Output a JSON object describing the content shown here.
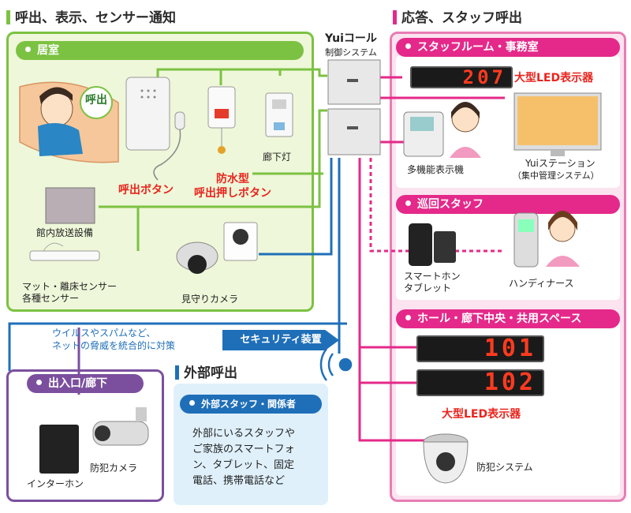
{
  "colors": {
    "green": "#7cc242",
    "green_panel": "#eef7d9",
    "pink": "#e4298a",
    "pink_panel": "#fbe3ef",
    "blue": "#1f6fb8",
    "purple": "#7b4f9e",
    "light_blue_panel": "#dff0fb",
    "led_red": "#ff3b1f"
  },
  "left_section": {
    "title": "呼出、表示、センサー通知",
    "room_label": "居室",
    "call_bubble": "呼出",
    "devices": {
      "call_button": "呼出ボタン",
      "waterproof_button": "防水型\n呼出押しボタン",
      "corridor_light": "廊下灯",
      "broadcast": "館内放送設備",
      "mat_sensor": "マット・離床センサー\n各種センサー",
      "camera": "見守りカメラ"
    }
  },
  "control": {
    "brand": "Yuiコール",
    "subtitle": "制御システム"
  },
  "right_section": {
    "title": "応答、スタッフ呼出",
    "staff_room": {
      "label": "スタッフルーム・事務室",
      "led_value": "207",
      "led_label": "大型LED表示器",
      "phone_label": "多機能表示機",
      "station_label": "Yuiステーション",
      "station_sub": "（集中管理システム）"
    },
    "patrol": {
      "label": "巡回スタッフ",
      "smartphone_label": "スマートホン\nタブレット",
      "handy_label": "ハンディナース"
    },
    "hall": {
      "label": "ホール・廊下中央・共用スペース",
      "led_values": [
        "101",
        "102"
      ],
      "led_label": "大型LED表示器",
      "security_label": "防犯システム"
    }
  },
  "security": {
    "note": "ウイルスやスパムなど、\nネットの脅威を統合的に対策",
    "device_label": "セキュリティ装置"
  },
  "entrance": {
    "label": "出入口/廊下",
    "camera_label": "防犯カメラ",
    "intercom_label": "インターホン"
  },
  "external": {
    "title": "外部呼出",
    "pill": "外部スタッフ・関係者",
    "text": "外部にいるスタッフや\nご家族のスマートフォ\nン、タブレット、固定\n電話、携帯電話など"
  }
}
